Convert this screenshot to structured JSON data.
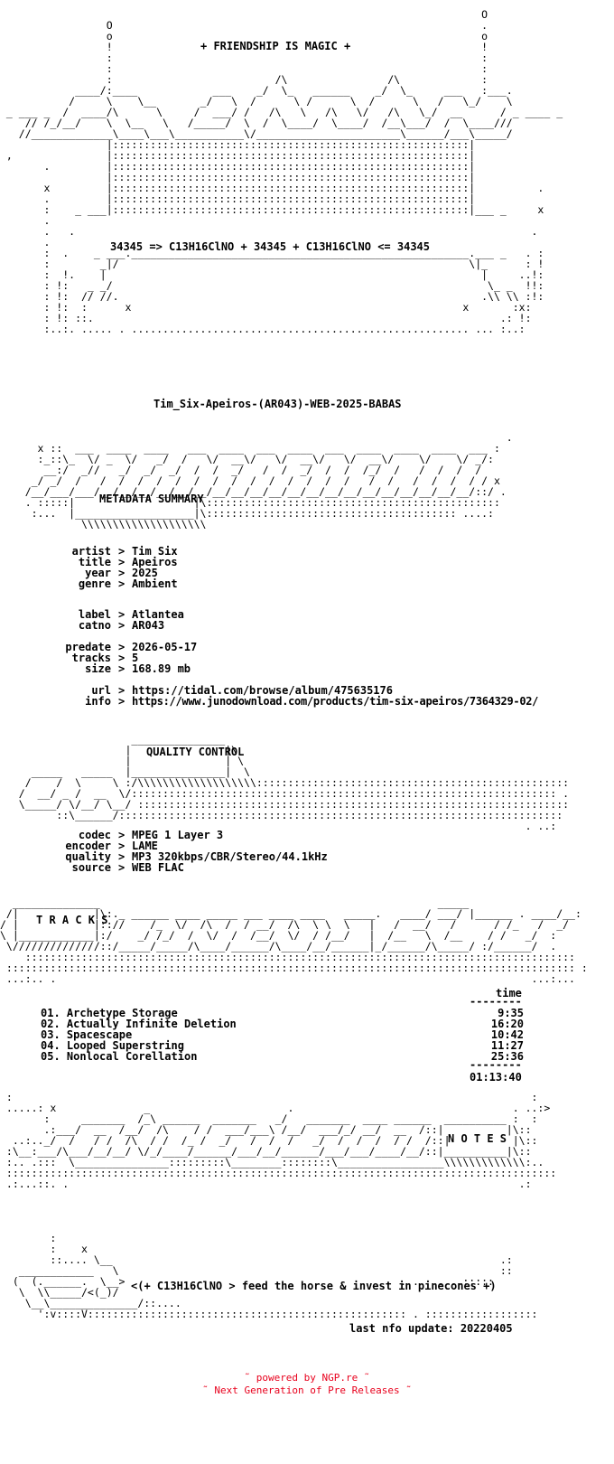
{
  "header": {
    "banner": "+ FRIENDSHIP IS MAGIC +",
    "formula": "34345 => C13H16ClNO + 34345 + C13H16ClNO <= 34345"
  },
  "release_name": "Tim_Six-Apeiros-(AR043)-WEB-2025-BABAS",
  "sections": {
    "metadata": "METADATA SUMMARY",
    "quality": "QUALITY CONTROL",
    "tracks": "T R A C K S",
    "notes": "N O T E S"
  },
  "metadata": [
    {
      "key": "artist",
      "value": "Tim Six"
    },
    {
      "key": "title",
      "value": "Apeiros"
    },
    {
      "key": "year",
      "value": "2025"
    },
    {
      "key": "genre",
      "value": "Ambient"
    },
    {
      "key": "label",
      "value": "Atlantea"
    },
    {
      "key": "catno",
      "value": "AR043"
    },
    {
      "key": "predate",
      "value": "2026-05-17"
    },
    {
      "key": "tracks",
      "value": "5"
    },
    {
      "key": "size",
      "value": "168.89 mb"
    },
    {
      "key": "url",
      "value": "https://tidal.com/browse/album/475635176"
    },
    {
      "key": "info",
      "value": "https://www.junodownload.com/products/tim-six-apeiros/7364329-02/"
    }
  ],
  "quality": [
    {
      "key": "codec",
      "value": "MPEG 1 Layer 3"
    },
    {
      "key": "encoder",
      "value": "LAME"
    },
    {
      "key": "quality",
      "value": "MP3 320kbps/CBR/Stereo/44.1kHz"
    },
    {
      "key": "source",
      "value": "WEB FLAC"
    }
  ],
  "tracklist": {
    "time_header": "time",
    "items": [
      {
        "num": "01.",
        "title": "Archetype Storage",
        "time": "9:35"
      },
      {
        "num": "02.",
        "title": "Actually Infinite Deletion",
        "time": "16:20"
      },
      {
        "num": "03.",
        "title": "Spacescape",
        "time": "10:42"
      },
      {
        "num": "04.",
        "title": "Looped Superstring",
        "time": "11:27"
      },
      {
        "num": "05.",
        "title": "Nonlocal Corellation",
        "time": "25:36"
      }
    ],
    "total": "01:13:40"
  },
  "notes": {
    "motto": "<(+ C13H16ClNO > feed the horse & invest in pinecones +)",
    "last_update": "last nfo update: 20220405"
  },
  "footer": {
    "line1": "˜ powered by NGP.re ˜",
    "line2": "˜ Next Generation of Pre Releases ˜"
  }
}
